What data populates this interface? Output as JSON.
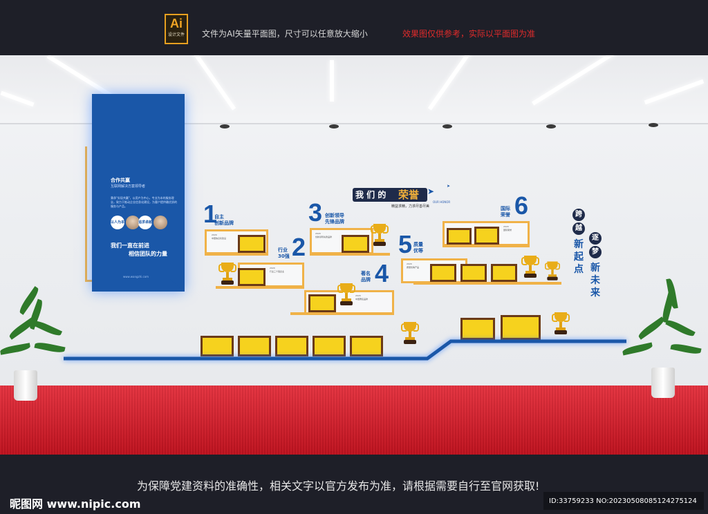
{
  "header": {
    "badge": "Ai",
    "badge_sub": "设计文件",
    "note": "文件为AI矢量平面图，尺寸可以任意放大缩小",
    "note_red": "效果图仅供参考，实际以平面图为准"
  },
  "panel": {
    "title": "合作共赢",
    "subtitle": "互联网解决方案领导者",
    "paragraph": "秉承\"实现共赢\"，以用户为中心，专业为本的服务理念，致力于推动企业信息化建设，为客户提供最优质的服务与产品。",
    "circle1": "以人为本",
    "circle2": "追求卓越",
    "slogan1": "我们一直在前进",
    "slogan2": "相信团队的力量",
    "url": "www.wangzhi.com"
  },
  "honor": {
    "title_a": "我 们 的",
    "title_b": "荣誉",
    "sub": "精益求精，力求尽善尽美",
    "sub2": "OUR HONOR"
  },
  "milestones": [
    {
      "num": "1",
      "label1": "自主",
      "label2": "创新品牌"
    },
    {
      "num": "2",
      "label1": "行业",
      "label2": "30强"
    },
    {
      "num": "3",
      "label1": "创新领导",
      "label2": "先锋品牌"
    },
    {
      "num": "4",
      "label1": "著名",
      "label2": "品牌"
    },
    {
      "num": "5",
      "label1": "质量",
      "label2": "优等"
    },
    {
      "num": "6",
      "label1": "国际",
      "label2": "荣誉"
    }
  ],
  "bracket_texts": [
    "2020\n中国信息化建设",
    "2020\n行业三十强企业",
    "2020\n创新领导先锋品牌",
    "2020\n中国著名品牌",
    "2020\n质量优等产品",
    "2020\n国际荣誉"
  ],
  "vertical": {
    "col1": [
      "跨",
      "越"
    ],
    "col2": [
      "新",
      "起",
      "点"
    ],
    "bubble": [
      "逐",
      "梦"
    ],
    "col3": [
      "新",
      "未",
      "来"
    ]
  },
  "footer": {
    "note": "为保障党建资料的准确性，相关文字以官方发布为准，请根据需要自行至官网获取!",
    "logo": "昵图网 www.nipic.com",
    "id": "ID:33759233 NO:20230508085124275124"
  },
  "colors": {
    "brand_blue": "#1a57a8",
    "accent_orange": "#f0b248",
    "frame_yellow": "#f6d21e",
    "carpet_red": "#e21c2a"
  }
}
